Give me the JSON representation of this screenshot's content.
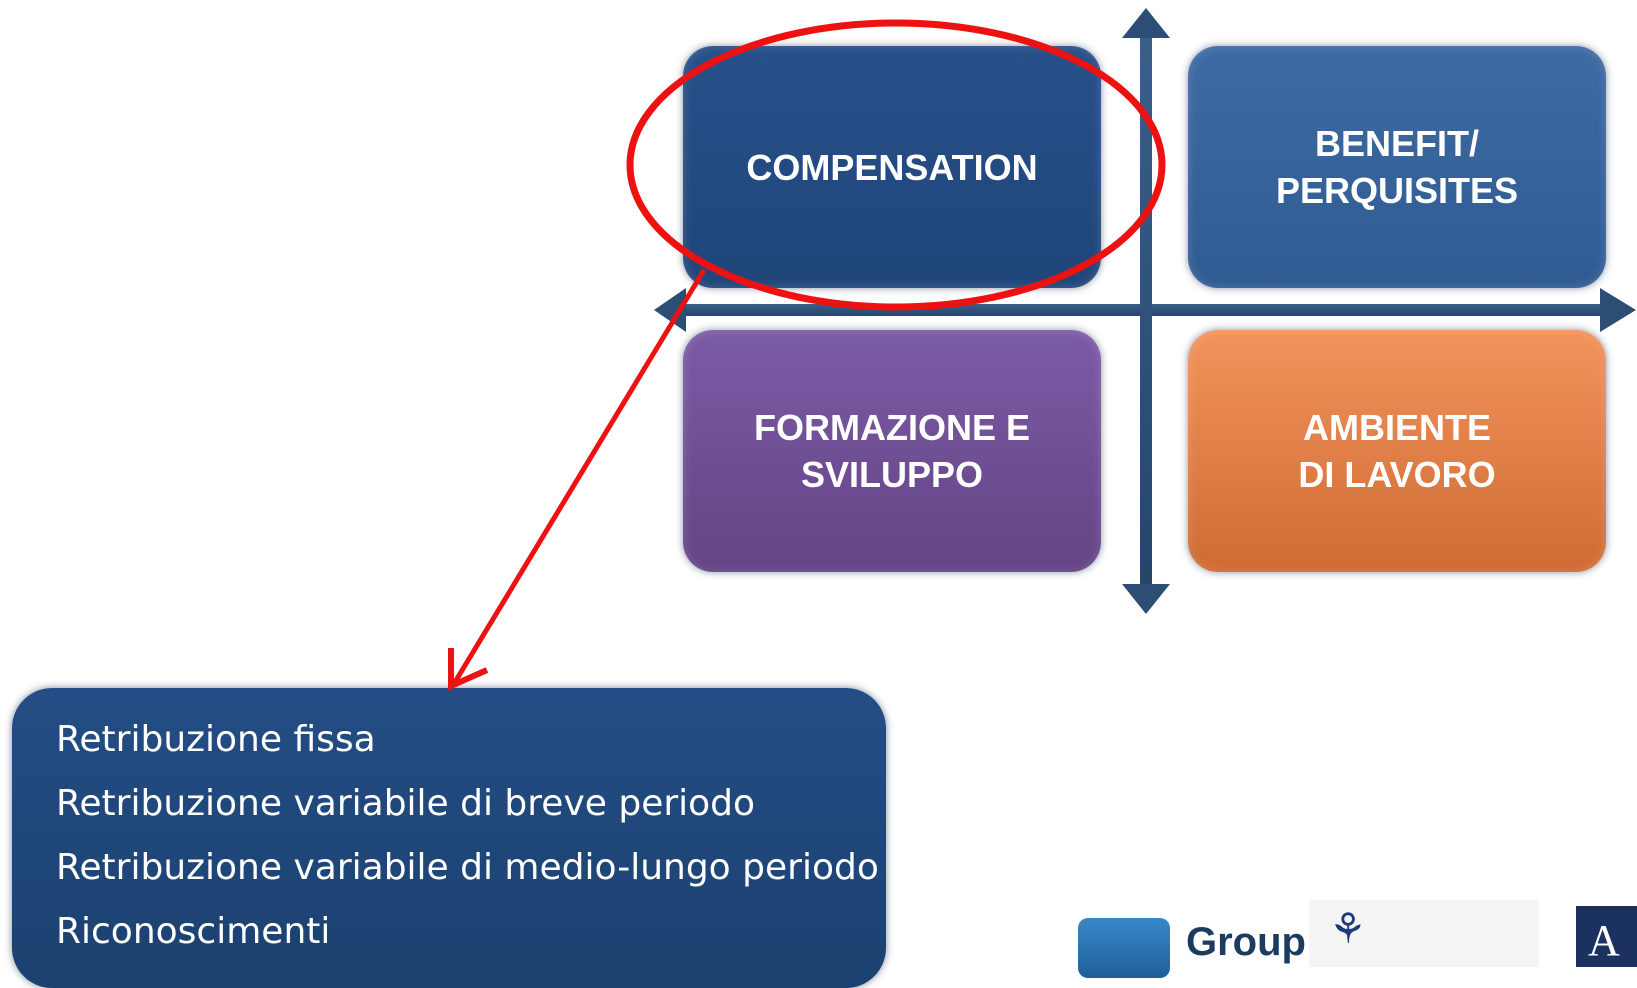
{
  "quadrants": {
    "compensation": "COMPENSATION",
    "benefit": "BENEFIT/\nPERQUISITES",
    "formazione": "FORMAZIONE E\nSVILUPPO",
    "ambiente": "AMBIENTE\nDI LAVORO"
  },
  "detail": {
    "items": [
      "Retribuzione fissa",
      "Retribuzione variabile di breve periodo",
      "Retribuzione variabile di medio-lungo periodo",
      "Riconoscimenti"
    ]
  },
  "logos": {
    "group_text": "Group",
    "right_letter": "A"
  },
  "colors": {
    "highlight": "#ee1111",
    "compensation": "#1f4679",
    "benefit": "#2f5b92",
    "formazione": "#6f4f96",
    "ambiente": "#e07a40",
    "axis": "#2f4f74"
  }
}
